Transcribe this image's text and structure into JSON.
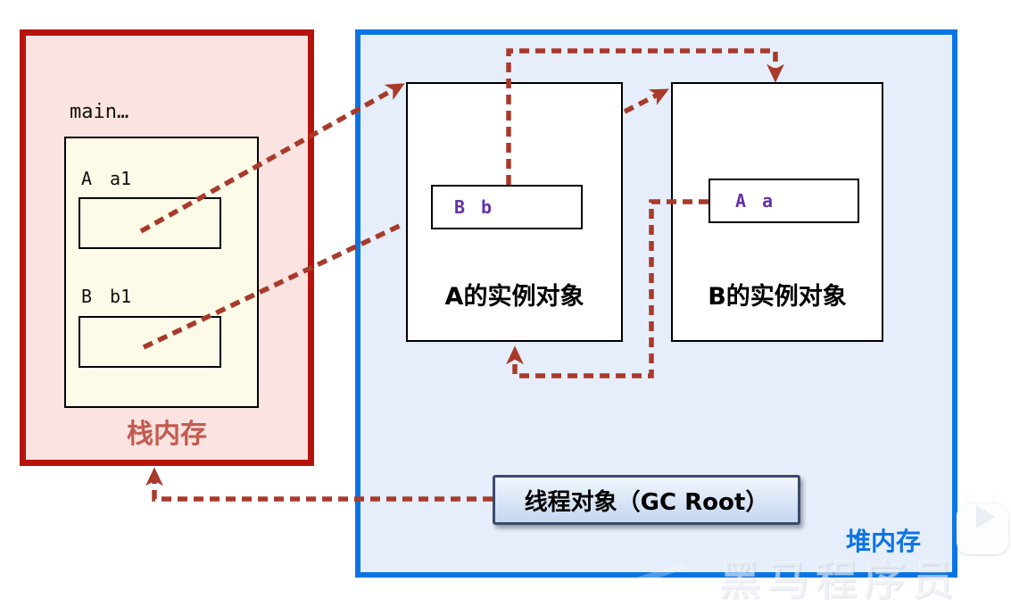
{
  "colors": {
    "stack_border": "#B5140D",
    "stack_fill": "#FAE3E0",
    "stack_title": "#C35B51",
    "frame_fill": "#FDFBE8",
    "heap_border": "#0B74E4",
    "heap_fill": "#E5EEFA",
    "heap_title": "#0B74E4",
    "field_text": "#6432A8",
    "arrow": "#A93A2B",
    "gcroot_border": "#3A4A6B"
  },
  "stack": {
    "title": "栈内存",
    "frame_label": "main…",
    "vars": [
      {
        "type": "A",
        "name": "a1"
      },
      {
        "type": "B",
        "name": "b1"
      }
    ]
  },
  "heap": {
    "title": "堆内存",
    "objects": [
      {
        "label": "A的实例对象",
        "field_type": "B",
        "field_name": "b"
      },
      {
        "label": "B的实例对象",
        "field_type": "A",
        "field_name": "a"
      }
    ]
  },
  "gc_root": {
    "label": "线程对象（GC Root）"
  },
  "watermark": {
    "text": "黑马程序员"
  }
}
